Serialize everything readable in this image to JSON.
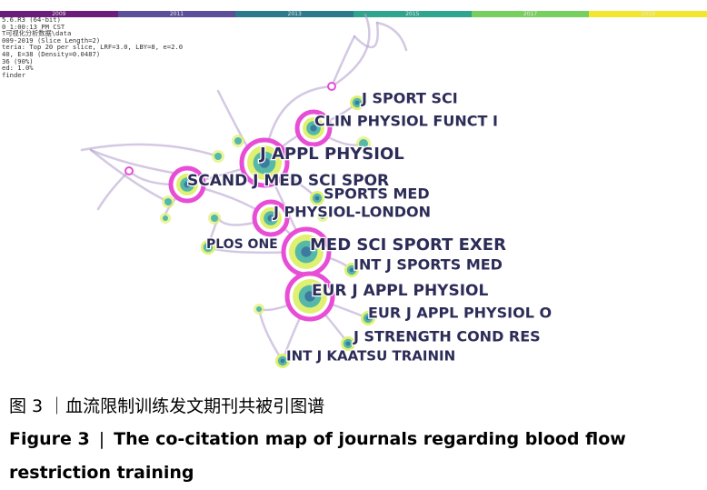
{
  "timeline": {
    "years": [
      "2009",
      "2011",
      "2013",
      "2015",
      "2017",
      "2019"
    ],
    "colors": [
      "#6b1d7c",
      "#5b4e9a",
      "#2c7a8c",
      "#2fa48e",
      "#77cf5e",
      "#f3e62e"
    ]
  },
  "info_lines": [
    "5.6.R3 (64-bit)",
    "0 1:00:13 PM CST",
    "T可视化分析数据\\data",
    "009-2019 (Slice Length=2)",
    "teria: Top 20 per slice, LRF=3.0, LBY=8, e=2.0",
    "40, E=38 (Density=0.0487)",
    "36 (90%)",
    "ed: 1.0%",
    "finder"
  ],
  "nodes": [
    {
      "label": "J SPORT SCI",
      "size": "small",
      "burst": false
    },
    {
      "label": "CLIN PHYSIOL FUNCT I",
      "size": "medium",
      "burst": true
    },
    {
      "label": "J APPL PHYSIOL",
      "size": "large",
      "burst": true
    },
    {
      "label": "SCAND J MED SCI SPOR",
      "size": "medium",
      "burst": true
    },
    {
      "label": "SPORTS MED",
      "size": "small",
      "burst": false
    },
    {
      "label": "J PHYSIOL-LONDON",
      "size": "medium",
      "burst": true
    },
    {
      "label": "PLOS ONE",
      "size": "small",
      "burst": false
    },
    {
      "label": "MED SCI SPORT EXER",
      "size": "large",
      "burst": true
    },
    {
      "label": "INT J SPORTS MED",
      "size": "small",
      "burst": false
    },
    {
      "label": "EUR J APPL PHYSIOL",
      "size": "large",
      "burst": true
    },
    {
      "label": "EUR J APPL PHYSIOL O",
      "size": "small",
      "burst": false
    },
    {
      "label": "J STRENGTH COND RES",
      "size": "small",
      "burst": false
    },
    {
      "label": "INT J KAATSU TRAININ",
      "size": "small",
      "burst": false
    }
  ],
  "colors": {
    "burst_ring": "#e84dd6",
    "node_core": "#55b8a8",
    "node_halo": "#e0f070",
    "link": "#b8a3d0",
    "label": "#2c2c58"
  },
  "caption": {
    "cn": "图 3 ｜血流限制训练发文期刊共被引图谱",
    "en_label": "Figure 3",
    "separator": "|",
    "en_text": "The co-citation map of journals regarding blood flow restriction training"
  }
}
